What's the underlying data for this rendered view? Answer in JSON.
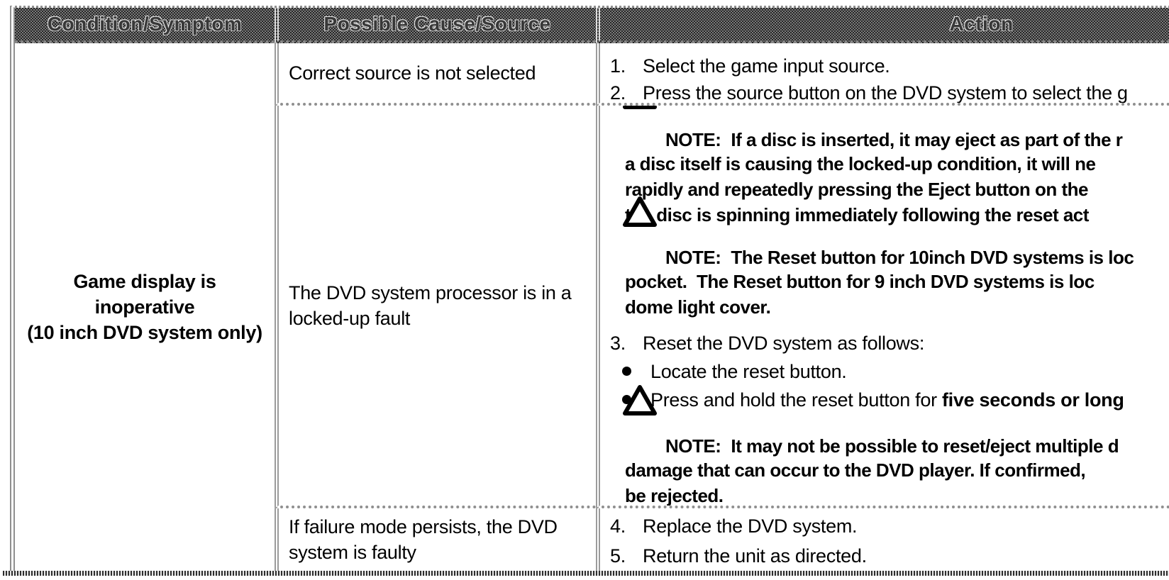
{
  "table": {
    "headers": {
      "condition": "Condition/Symptom",
      "cause": "Possible Cause/Source",
      "action": "Action"
    },
    "condition": {
      "lines": [
        "Game display is",
        "inoperative",
        "(10 inch DVD system only)"
      ]
    },
    "causes": {
      "row1": "Correct source is not selected",
      "row2_lines": [
        "The DVD system processor is in a",
        "locked-up fault"
      ],
      "row3_lines": [
        "If failure mode persists, the DVD",
        "system is faulty"
      ]
    },
    "actions": {
      "step1": {
        "num": "1.",
        "text": "Select the game input source."
      },
      "step2": {
        "num": "2.",
        "text": "Press the source button on the DVD system to select the g"
      },
      "note1": {
        "label": "NOTE:",
        "first": "If a disc is inserted, it may eject as part of the r",
        "cont": [
          "a disc itself is causing the locked-up condition, it will ne",
          "rapidly and repeatedly pressing the Eject button on the",
          "the disc is spinning immediately following the reset act"
        ]
      },
      "note2": {
        "label": "NOTE:",
        "first": "The Reset button for 10inch DVD systems is loc",
        "cont": [
          "pocket.  The Reset button for 9 inch DVD systems is loc",
          "dome light cover."
        ]
      },
      "step3": {
        "num": "3.",
        "text": "Reset the DVD system as follows:"
      },
      "bullet1": {
        "text": "Locate the reset button."
      },
      "bullet2": {
        "text_normal": "Press and hold the reset button for ",
        "text_bold": "five seconds or long"
      },
      "note3": {
        "label": "NOTE:",
        "first": "It may not be possible to reset/eject multiple d",
        "cont": [
          "damage that can occur to the DVD player. If confirmed,",
          "be rejected."
        ]
      },
      "step4": {
        "num": "4.",
        "text": "Replace the DVD system."
      },
      "step5": {
        "num": "5.",
        "text": "Return the unit as directed."
      }
    },
    "colors": {
      "header_bg": "#4a4a4a",
      "border": "#9b9b9b",
      "text": "#000000",
      "page_bg": "#ffffff"
    },
    "icons": {
      "note_icon": "triangle-outline"
    }
  }
}
